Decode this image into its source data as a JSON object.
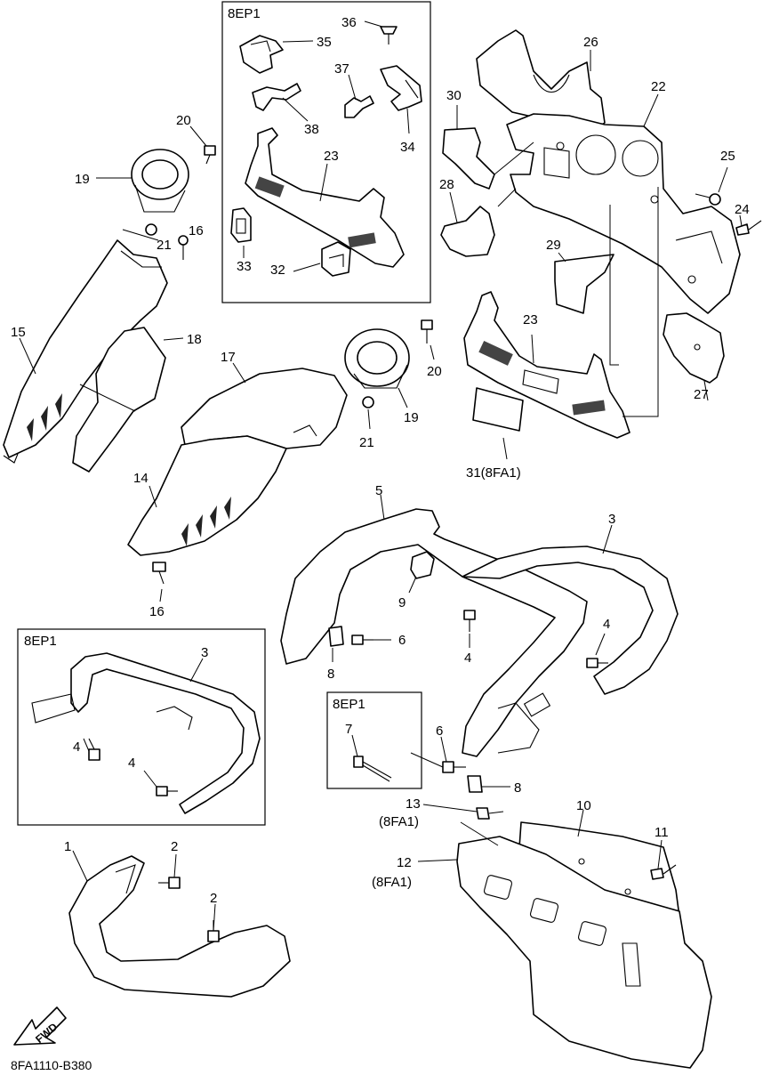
{
  "diagram_code": "8FA1110-B380",
  "fwd_label": "FWD",
  "variant_boxes": {
    "top": "8EP1",
    "left": "8EP1",
    "middle": "8EP1"
  },
  "callouts": {
    "c1": "1",
    "c2a": "2",
    "c2b": "2",
    "c3a": "3",
    "c3b": "3",
    "c4a": "4",
    "c4b": "4",
    "c4c": "4",
    "c4d": "4",
    "c5": "5",
    "c6a": "6",
    "c6b": "6",
    "c7": "7",
    "c8a": "8",
    "c8b": "8",
    "c9": "9",
    "c10": "10",
    "c11": "11",
    "c12": "12",
    "c12v": "(8FA1)",
    "c13": "13",
    "c13v": "(8FA1)",
    "c14": "14",
    "c15": "15",
    "c16a": "16",
    "c16b": "16",
    "c17": "17",
    "c18": "18",
    "c19a": "19",
    "c19b": "19",
    "c20a": "20",
    "c20b": "20",
    "c21a": "21",
    "c21b": "21",
    "c22": "22",
    "c23a": "23",
    "c23b": "23",
    "c24": "24",
    "c25": "25",
    "c26": "26",
    "c27": "27",
    "c28": "28",
    "c29": "29",
    "c30": "30",
    "c31": "31(8FA1)",
    "c32": "32",
    "c33": "33",
    "c34": "34",
    "c35": "35",
    "c36": "36",
    "c37": "37",
    "c38": "38"
  }
}
